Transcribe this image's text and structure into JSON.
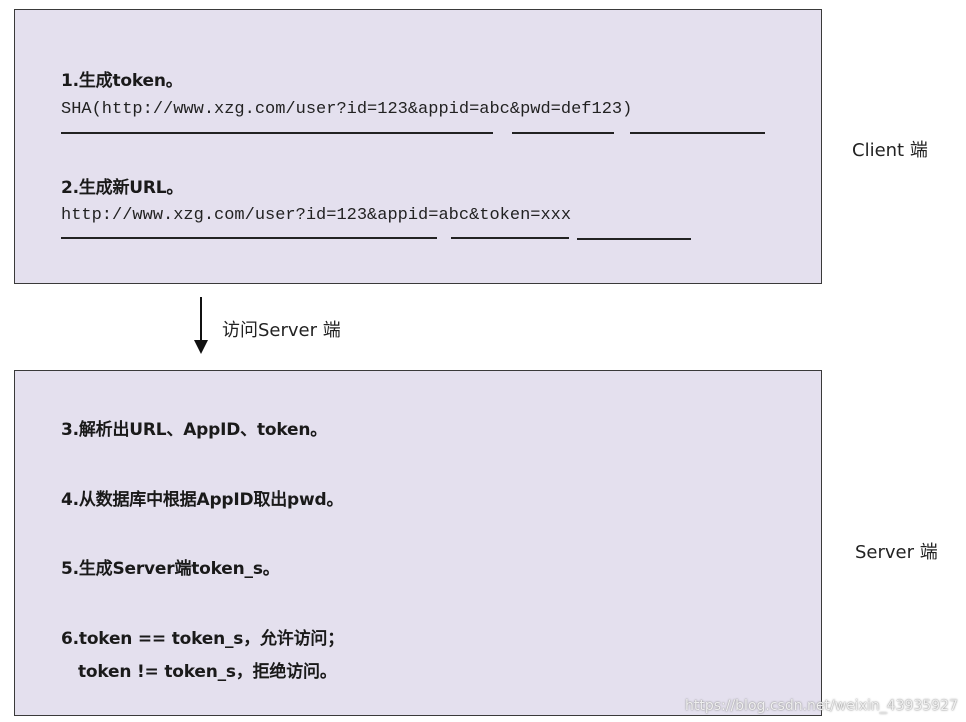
{
  "client": {
    "step1_title": "1.生成token。",
    "step1_code": "SHA(http://www.xzg.com/user?id=123&appid=abc&pwd=def123)",
    "step2_title": "2.生成新URL。",
    "step2_code": "http://www.xzg.com/user?id=123&appid=abc&token=xxx",
    "side_label": "Client 端"
  },
  "transition": {
    "label": "访问Server 端"
  },
  "server": {
    "step3": "3.解析出URL、AppID、token。",
    "step4": "4.从数据库中根据AppID取出pwd。",
    "step5": "5.生成Server端token_s。",
    "step6_line1": "6.token == token_s，允许访问；",
    "step6_line2": "token != token_s，拒绝访问。",
    "side_label": "Server 端"
  },
  "watermark": "https://blog.csdn.net/weixin_43935927"
}
